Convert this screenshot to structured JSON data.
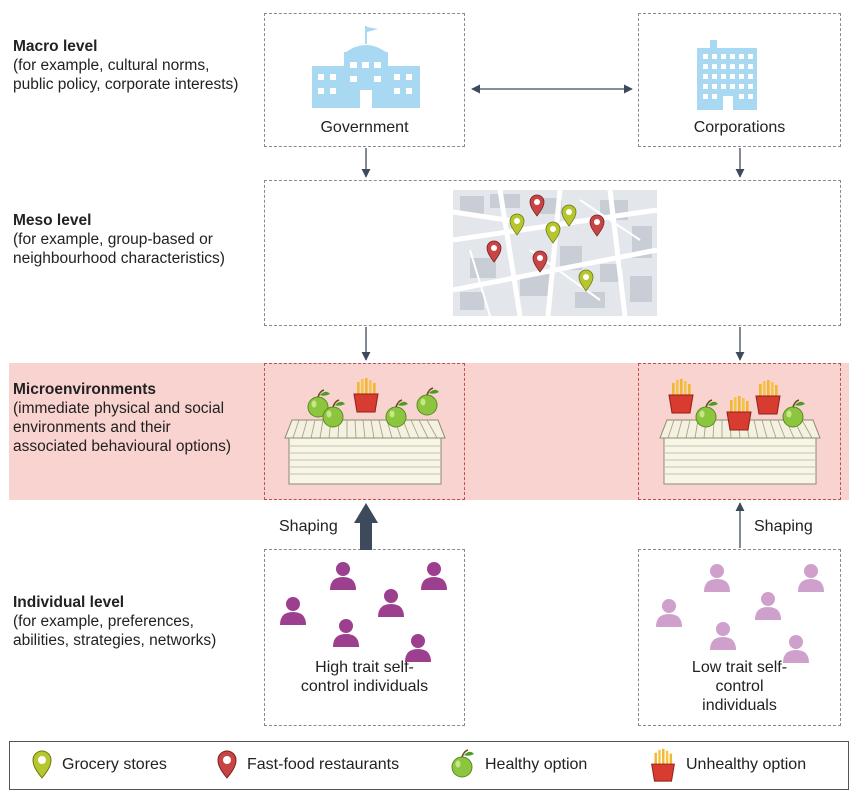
{
  "levels": {
    "macro": {
      "title": "Macro level",
      "desc": "(for example, cultural norms, public policy, corporate interests)"
    },
    "meso": {
      "title": "Meso level",
      "desc": "(for example, group-based or neighbourhood characteristics)"
    },
    "micro": {
      "title": "Microenvironments",
      "desc": "(immediate physical and social environments and their associated behavioural options)"
    },
    "individual": {
      "title": "Individual level",
      "desc": "(for example, preferences, abilities, strategies, networks)"
    }
  },
  "nodes": {
    "government": "Government",
    "corporations": "Corporations"
  },
  "groups": {
    "high": "High trait self-control individuals",
    "low": "Low trait self-control individuals"
  },
  "shaping_label": "Shaping",
  "legend": {
    "grocery": "Grocery stores",
    "fastfood": "Fast-food restaurants",
    "healthy": "Healthy option",
    "unhealthy": "Unhealthy option"
  },
  "colors": {
    "pink_band": "#f9d3d0",
    "building": "#a9d8f2",
    "arrow": "#3d4a5c",
    "high_person": "#9b3f8e",
    "low_person": "#cfa0cb",
    "grocery_pin": "#b7c52e",
    "fastfood_pin": "#c84545",
    "apple": "#8cc63f",
    "fries_cup": "#d83b2f"
  }
}
